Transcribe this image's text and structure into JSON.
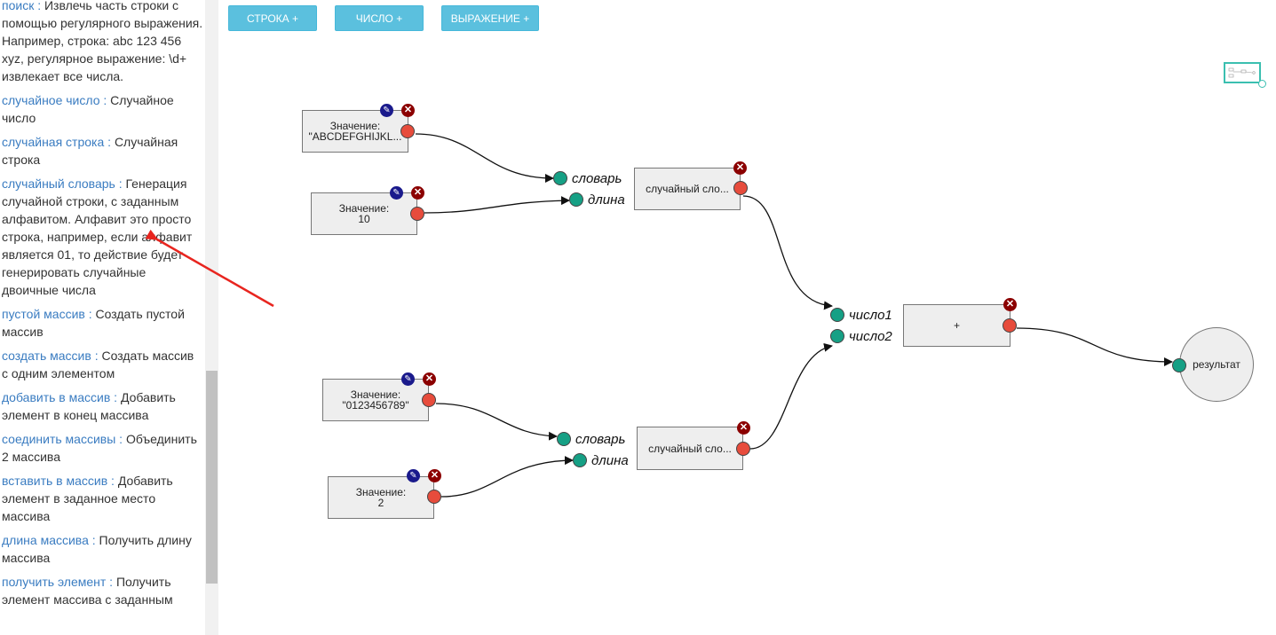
{
  "sidebar": {
    "entries": [
      {
        "fn": "поиск",
        "desc": "Извлечь часть строки с помощью регулярного выражения. Например, строка: abc 123 456 xyz, регулярное выражение: \\d+ извлекает все числа."
      },
      {
        "fn": "случайное число",
        "desc": "Случайное число"
      },
      {
        "fn": "случайная строка",
        "desc": "Случайная строка"
      },
      {
        "fn": "случайный словарь",
        "desc": "Генерация случайной строки, с заданным алфавитом. Алфавит это просто строка, например, если алфавит является 01, то действие будет генерировать случайные двоичные числа"
      },
      {
        "fn": "пустой массив",
        "desc": "Создать пустой массив"
      },
      {
        "fn": "создать массив",
        "desc": "Создать массив с одним элементом"
      },
      {
        "fn": "добавить в массив",
        "desc": "Добавить элемент в конец массива"
      },
      {
        "fn": "соединить массивы",
        "desc": "Объединить 2 массива"
      },
      {
        "fn": "вставить в массив",
        "desc": "Добавить элемент в заданное место массива"
      },
      {
        "fn": "длина массива",
        "desc": "Получить длину массива"
      },
      {
        "fn": "получить элемент",
        "desc": "Получить элемент массива с заданным"
      }
    ],
    "separator": " : "
  },
  "toolbar": {
    "string_btn": "СТРОКА +",
    "number_btn": "ЧИСЛО +",
    "expr_btn": "ВЫРАЖЕНИЕ +"
  },
  "nodes": {
    "val1": {
      "caption": "Значение:",
      "value": "\"ABCDEFGHIJKL..."
    },
    "val2": {
      "caption": "Значение:",
      "value": "10"
    },
    "val3": {
      "caption": "Значение:",
      "value": "\"0123456789\""
    },
    "val4": {
      "caption": "Значение:",
      "value": "2"
    },
    "rand1": {
      "label": "случайный сло..."
    },
    "rand2": {
      "label": "случайный сло..."
    },
    "plus": {
      "label": "+"
    },
    "result": {
      "label": "результат"
    }
  },
  "ports": {
    "dict": "словарь",
    "len": "длина",
    "num1": "число1",
    "num2": "число2"
  },
  "icons": {
    "delete": "close-icon",
    "edit": "pencil-icon"
  },
  "colors": {
    "accent": "#5bc0de",
    "port_in": "#16a085",
    "port_out": "#e74c3c",
    "delete": "#8b0000",
    "edit": "#1a1a8c",
    "annotation_arrow": "#e8251f"
  }
}
